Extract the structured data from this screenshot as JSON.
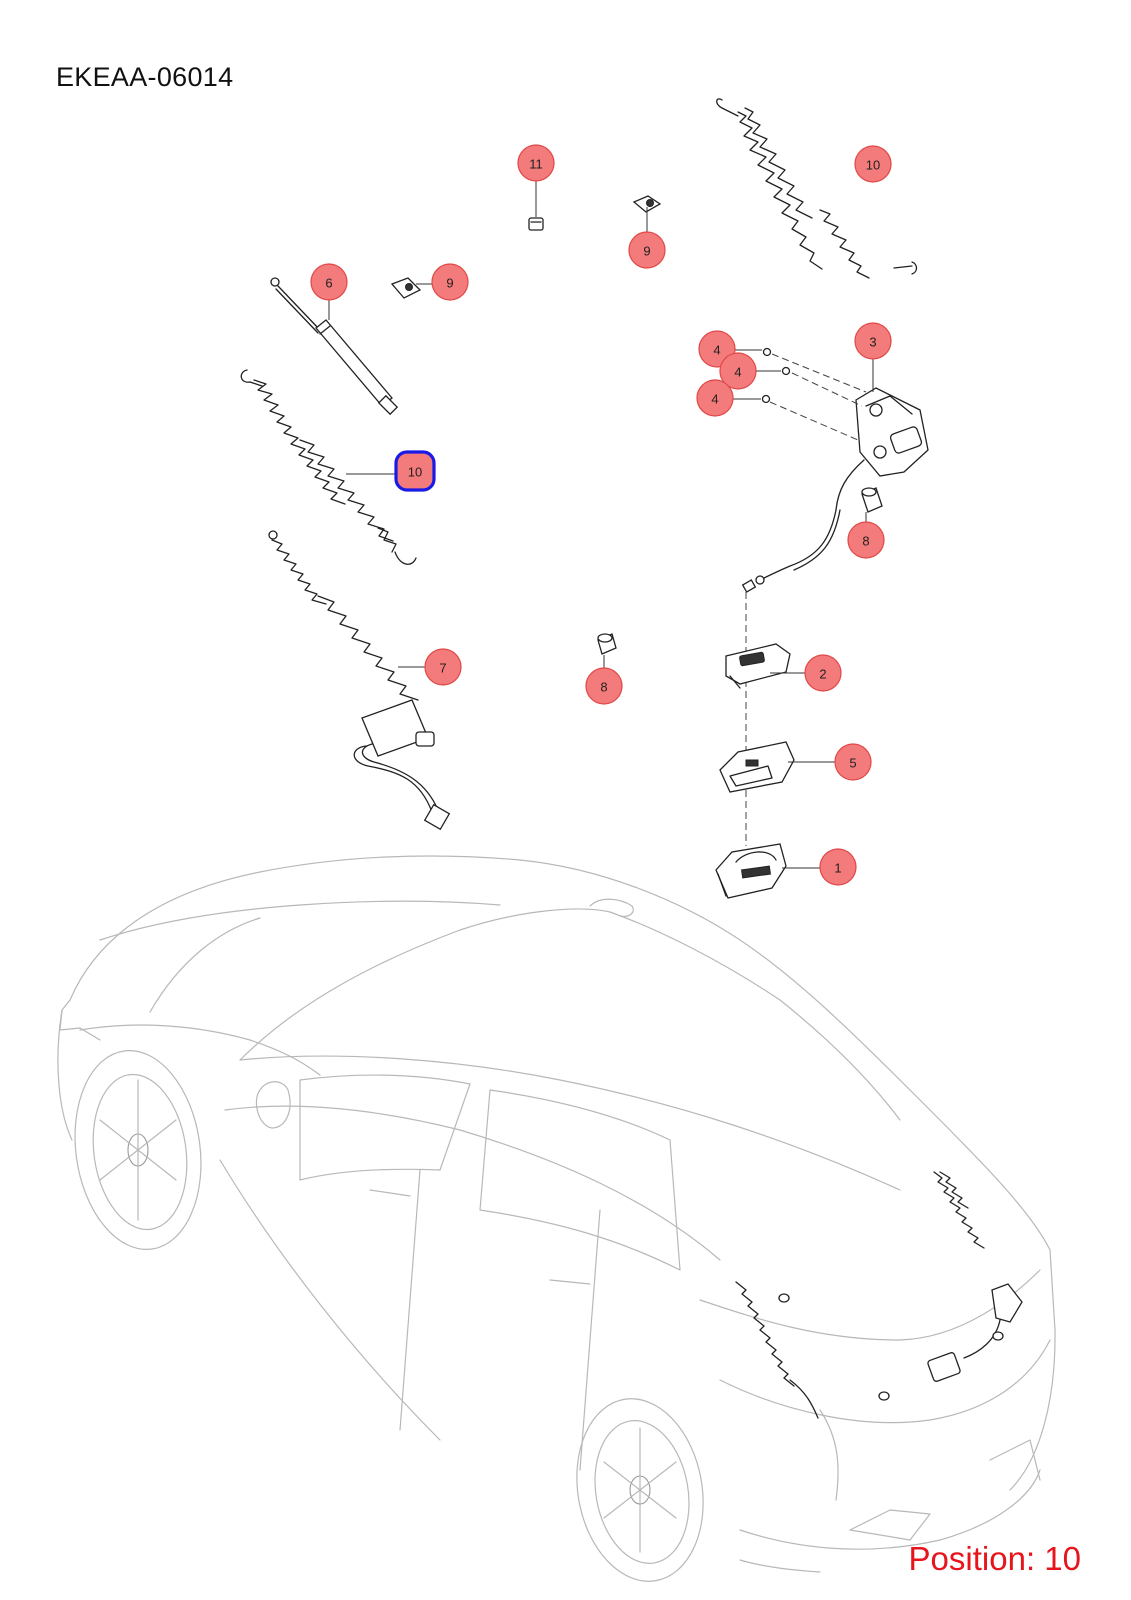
{
  "diagram_code": "EKEAA-06014",
  "position_label": "Position: 10",
  "selected_callout": "10",
  "callouts": [
    {
      "id": "c-11",
      "label": "11"
    },
    {
      "id": "c-10-top",
      "label": "10"
    },
    {
      "id": "c-9-top",
      "label": "9"
    },
    {
      "id": "c-9-left",
      "label": "9"
    },
    {
      "id": "c-6",
      "label": "6"
    },
    {
      "id": "c-10-selected",
      "label": "10"
    },
    {
      "id": "c-7",
      "label": "7"
    },
    {
      "id": "c-8-mid",
      "label": "8"
    },
    {
      "id": "c-3",
      "label": "3"
    },
    {
      "id": "c-4-a",
      "label": "4"
    },
    {
      "id": "c-4-b",
      "label": "4"
    },
    {
      "id": "c-4-c",
      "label": "4"
    },
    {
      "id": "c-8-right",
      "label": "8"
    },
    {
      "id": "c-2",
      "label": "2"
    },
    {
      "id": "c-5",
      "label": "5"
    },
    {
      "id": "c-1",
      "label": "1"
    }
  ],
  "colors": {
    "callout_fill": "#f47b7b",
    "selected_ring": "#1a1ae6",
    "position_text": "#e8141b"
  }
}
